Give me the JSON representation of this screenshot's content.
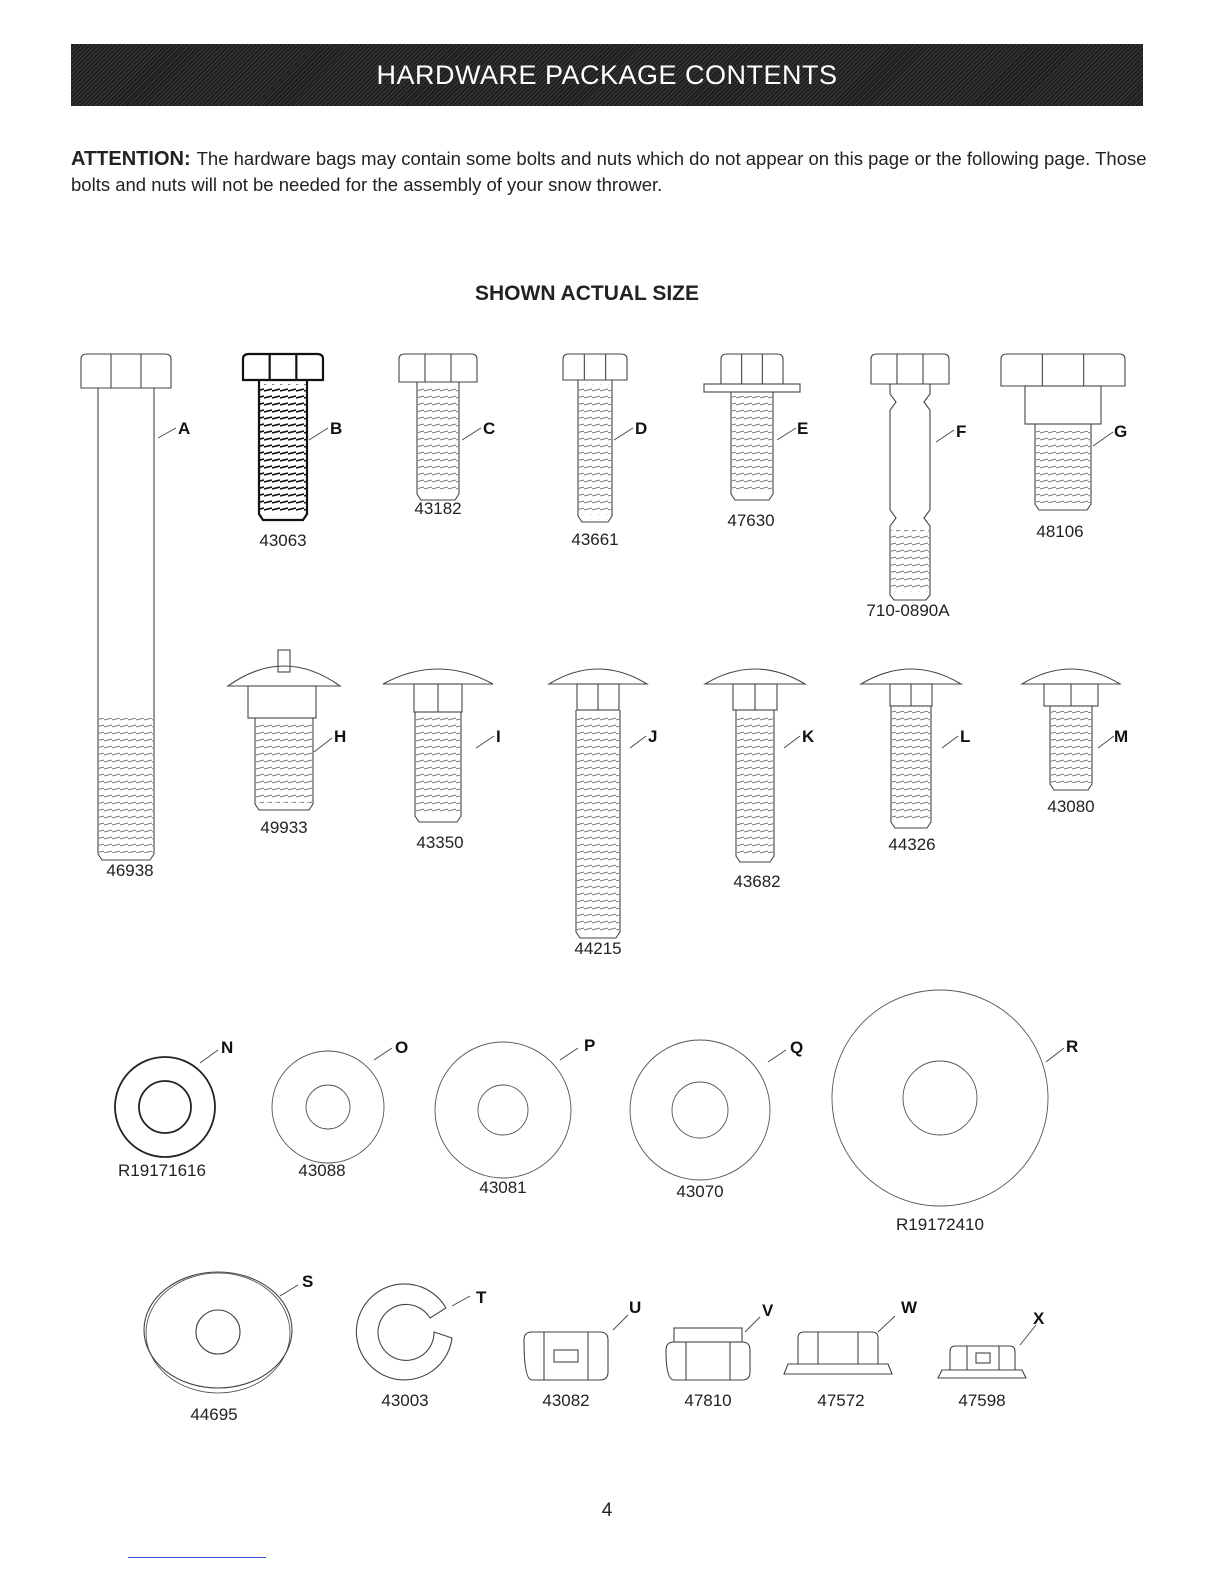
{
  "header": {
    "title": "HARDWARE PACKAGE CONTENTS"
  },
  "attention": {
    "label": "ATTENTION:",
    "text": "The hardware bags may contain some bolts and nuts which do not appear on this page or the following page. Those bolts and nuts will not be needed for the assembly of your snow thrower."
  },
  "subtitle": "SHOWN ACTUAL SIZE",
  "parts": [
    {
      "letter": "A",
      "number": "46938",
      "kind": "hex-bolt"
    },
    {
      "letter": "B",
      "number": "43063",
      "kind": "hex-bolt"
    },
    {
      "letter": "C",
      "number": "43182",
      "kind": "hex-bolt"
    },
    {
      "letter": "D",
      "number": "43661",
      "kind": "hex-bolt"
    },
    {
      "letter": "E",
      "number": "47630",
      "kind": "flange-bolt"
    },
    {
      "letter": "F",
      "number": "710-0890A",
      "kind": "shoulder-bolt"
    },
    {
      "letter": "G",
      "number": "48106",
      "kind": "shoulder-bolt"
    },
    {
      "letter": "H",
      "number": "49933",
      "kind": "slotted-bolt"
    },
    {
      "letter": "I",
      "number": "43350",
      "kind": "carriage-bolt"
    },
    {
      "letter": "J",
      "number": "44215",
      "kind": "carriage-bolt"
    },
    {
      "letter": "K",
      "number": "43682",
      "kind": "carriage-bolt"
    },
    {
      "letter": "L",
      "number": "44326",
      "kind": "carriage-bolt"
    },
    {
      "letter": "M",
      "number": "43080",
      "kind": "carriage-bolt"
    },
    {
      "letter": "N",
      "number": "R19171616",
      "kind": "washer"
    },
    {
      "letter": "O",
      "number": "43088",
      "kind": "washer"
    },
    {
      "letter": "P",
      "number": "43081",
      "kind": "washer"
    },
    {
      "letter": "Q",
      "number": "43070",
      "kind": "washer"
    },
    {
      "letter": "R",
      "number": "R19172410",
      "kind": "washer"
    },
    {
      "letter": "S",
      "number": "44695",
      "kind": "bell-washer"
    },
    {
      "letter": "T",
      "number": "43003",
      "kind": "lock-washer"
    },
    {
      "letter": "U",
      "number": "43082",
      "kind": "hex-nut"
    },
    {
      "letter": "V",
      "number": "47810",
      "kind": "lock-nut"
    },
    {
      "letter": "W",
      "number": "47572",
      "kind": "flange-nut"
    },
    {
      "letter": "X",
      "number": "47598",
      "kind": "flange-nut"
    }
  ],
  "page_number": "4"
}
